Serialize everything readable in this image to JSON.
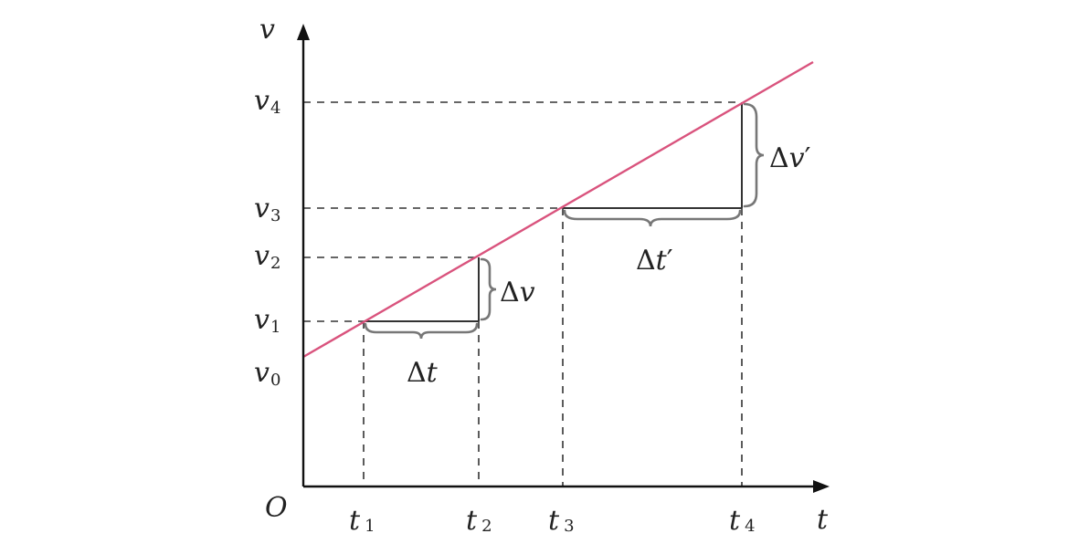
{
  "diagram": {
    "origin_label": "O",
    "y_axis_label": "v",
    "x_axis_label": "t",
    "y_ticks": [
      {
        "base": "v",
        "sub": "4"
      },
      {
        "base": "v",
        "sub": "3"
      },
      {
        "base": "v",
        "sub": "2"
      },
      {
        "base": "v",
        "sub": "1"
      },
      {
        "base": "v",
        "sub": "0"
      }
    ],
    "x_ticks": [
      {
        "base": "t",
        "sub": "1"
      },
      {
        "base": "t",
        "sub": "2"
      },
      {
        "base": "t",
        "sub": "3"
      },
      {
        "base": "t",
        "sub": "4"
      }
    ],
    "annotations": {
      "delta_t": {
        "delta": "Δ",
        "symbol": "t",
        "prime": ""
      },
      "delta_v": {
        "delta": "Δ",
        "symbol": "v",
        "prime": ""
      },
      "delta_t_prime": {
        "delta": "Δ",
        "symbol": "t",
        "prime": "′"
      },
      "delta_v_prime": {
        "delta": "Δ",
        "symbol": "v",
        "prime": "′"
      }
    },
    "colors": {
      "line": "#d9537d",
      "axis": "#111111",
      "dashed": "#333333",
      "brace": "#777777"
    }
  }
}
